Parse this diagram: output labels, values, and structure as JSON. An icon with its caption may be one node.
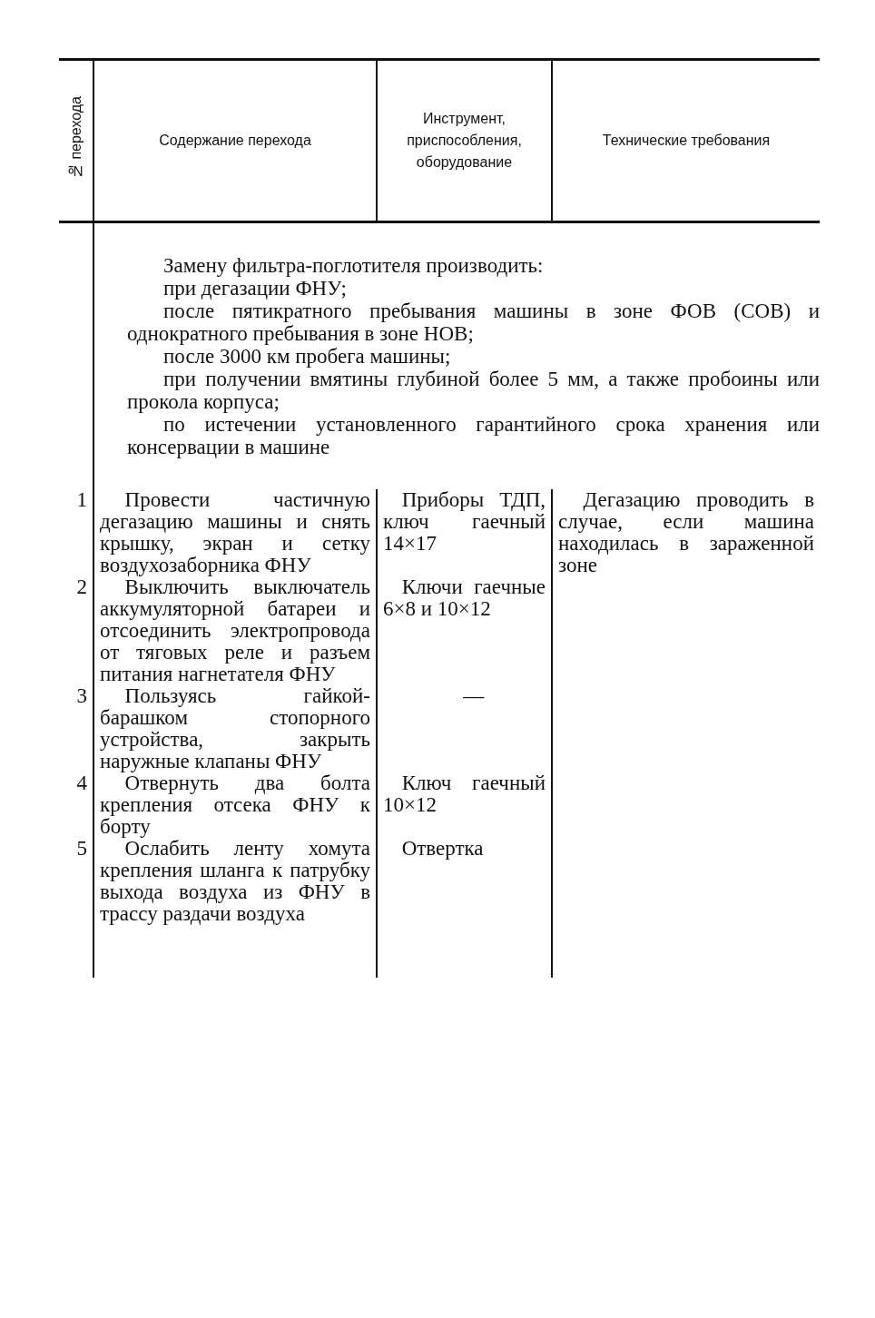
{
  "diagram": {
    "labels": [
      "№ перехода",
      "Содержание перехода",
      "Инструмент, приспособления, оборудование",
      "Технические требования",
      "Замену фильтра-поглотителя производить:",
      "при дегазации ФНУ;",
      "после пятикратного пребывания машины в зоне ФОВ (СОВ) и однократного пребывания в зоне НОВ;",
      "после 3000 км пробега машины;",
      "при получении вмятины глубиной более 5 мм, а также пробоины или прокола корпуса;",
      "по истечении установленного гарантийного срока хранения или консервации в машине",
      "1",
      "Провести частичную дегазацию машины и снять крышку, экран и сетку воздухозаборника ФНУ",
      "Приборы ТДП, ключ гаечный 14×17",
      "Дегазацию проводить в случае, если машина находилась в зараженной зоне",
      "2",
      "Выключить выключатель аккумуляторной батареи и отсоединить электропровода от тяговых реле и разъем питания нагнетателя ФНУ",
      "Ключи гаечные 6×8 и 10×12",
      "3",
      "Пользуясь гайкой-барашком стопорного устройства, закрыть наружные клапаны ФНУ",
      "—",
      "4",
      "Отвернуть два болта крепления отсека ФНУ к борту",
      "Ключ гаечный 10×12",
      "5",
      "Ослабить ленту хомута крепления шланга к патрубку выхода воздуха из ФНУ в трассу раздачи воздуха",
      "Отвертка"
    ]
  }
}
